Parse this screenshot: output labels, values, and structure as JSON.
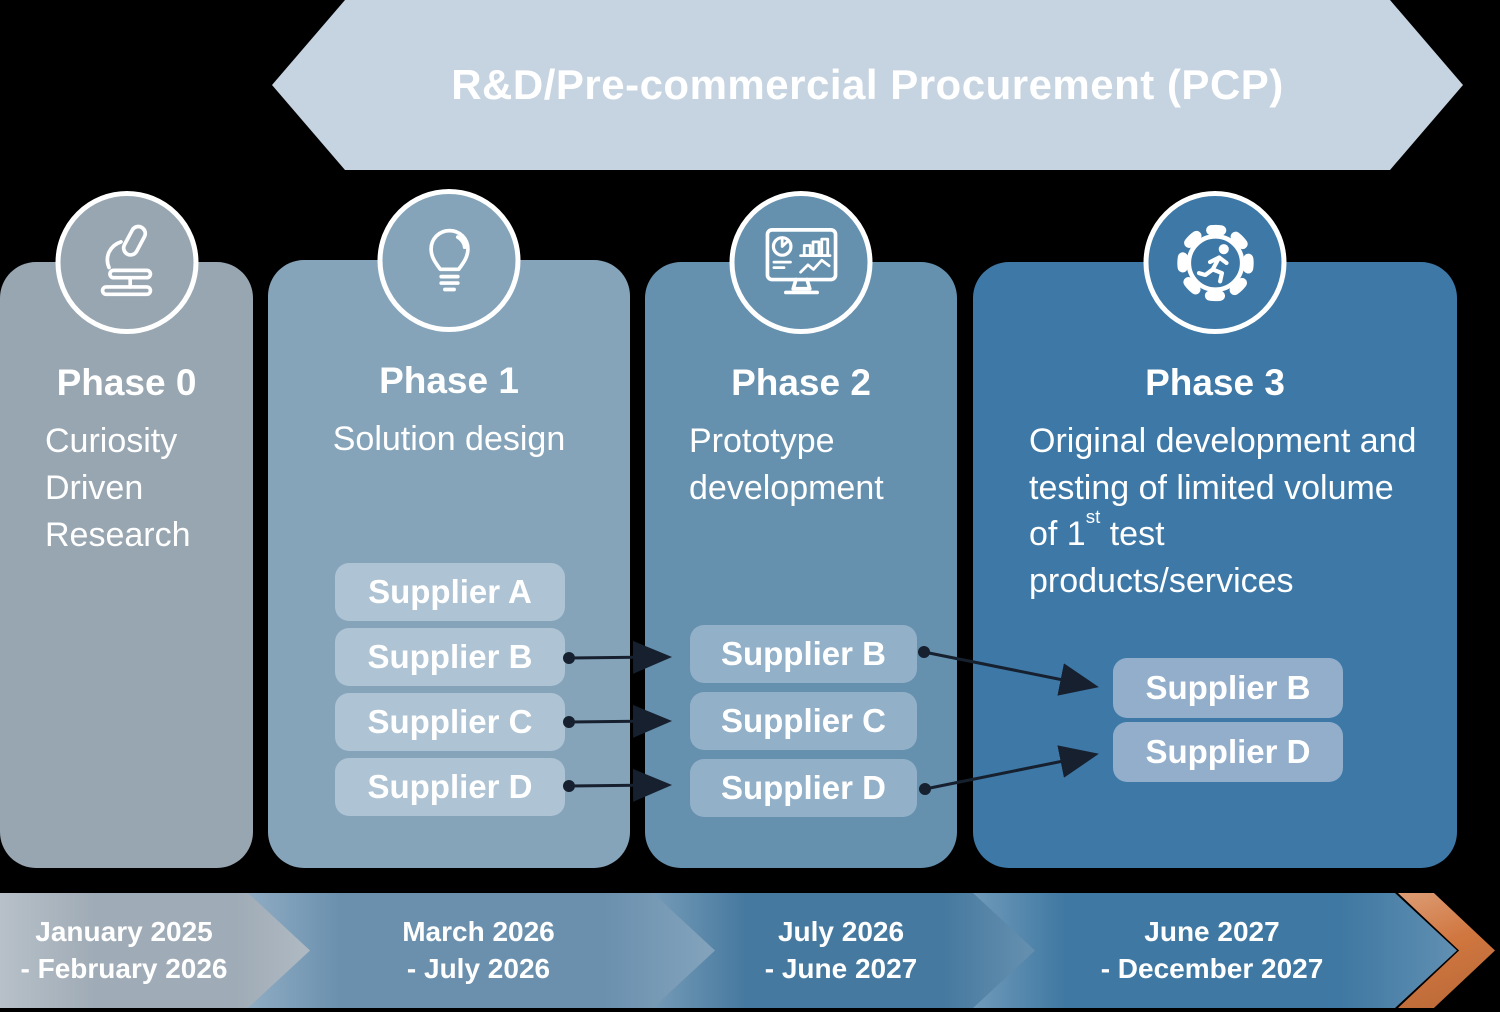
{
  "banner": {
    "title": "R&D/Pre-commercial Procurement (PCP)",
    "color": "#c6d3e1"
  },
  "phases": [
    {
      "title": "Phase 0",
      "description": "Curiosity Driven Research",
      "icon": "microscope-icon",
      "color": "#98a6b1",
      "suppliers": []
    },
    {
      "title": "Phase 1",
      "description": "Solution design",
      "icon": "lightbulb-icon",
      "color": "#85a4ba",
      "suppliers": [
        "Supplier A",
        "Supplier B",
        "Supplier C",
        "Supplier D"
      ]
    },
    {
      "title": "Phase 2",
      "description": "Prototype development",
      "icon": "monitor-analytics-icon",
      "color": "#6590ae",
      "suppliers": [
        "Supplier B",
        "Supplier C",
        "Supplier D"
      ]
    },
    {
      "title": "Phase 3",
      "description_part1": "Original development and testing of limited volume of 1",
      "description_sup": "st",
      "description_part2": " test products/services",
      "icon": "gear-runner-icon",
      "color": "#3d78a6",
      "suppliers": [
        "Supplier B",
        "Supplier D"
      ]
    }
  ],
  "timeline": {
    "segments": [
      {
        "line1": "January 2025",
        "line2": "- February 2026",
        "color": "#9fabb6"
      },
      {
        "line1": "March 2026",
        "line2": "- July 2026",
        "color": "#6a90ae"
      },
      {
        "line1": "July 2026",
        "line2": "- June 2027",
        "color": "#46799f"
      },
      {
        "line1": "June 2027",
        "line2": "- December 2027",
        "color": "#3f78a2"
      }
    ],
    "end_arrow_color": "#d0763f"
  },
  "arrow_color": "#16202f"
}
